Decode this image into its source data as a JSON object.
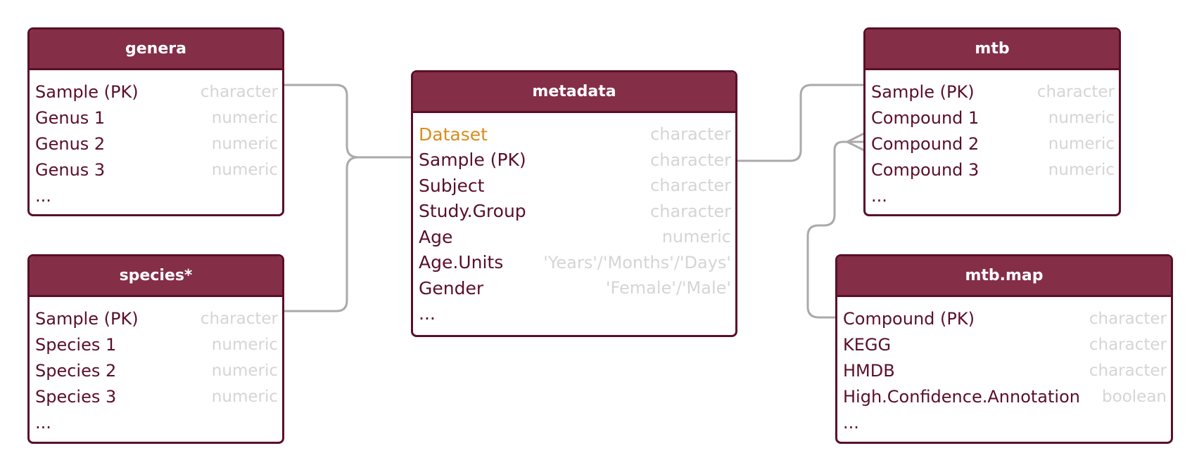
{
  "tables": {
    "genera": {
      "title": "genera",
      "rows": [
        {
          "name": "Sample (PK)",
          "type": "character"
        },
        {
          "name": "Genus 1",
          "type": "numeric"
        },
        {
          "name": "Genus 2",
          "type": "numeric"
        },
        {
          "name": "Genus 3",
          "type": "numeric"
        }
      ],
      "ellipsis": "..."
    },
    "species": {
      "title": "species*",
      "rows": [
        {
          "name": "Sample (PK)",
          "type": "character"
        },
        {
          "name": "Species 1",
          "type": "numeric"
        },
        {
          "name": "Species 2",
          "type": "numeric"
        },
        {
          "name": "Species 3",
          "type": "numeric"
        }
      ],
      "ellipsis": "..."
    },
    "metadata": {
      "title": "metadata",
      "rows": [
        {
          "name": "Dataset",
          "type": "character",
          "highlight": true
        },
        {
          "name": "Sample (PK)",
          "type": "character"
        },
        {
          "name": "Subject",
          "type": "character"
        },
        {
          "name": "Study.Group",
          "type": "character"
        },
        {
          "name": "Age",
          "type": "numeric"
        },
        {
          "name": "Age.Units",
          "type": "'Years'/'Months'/'Days'"
        },
        {
          "name": "Gender",
          "type": "'Female'/'Male'"
        }
      ],
      "ellipsis": "...",
      "highlight_color": "#d98c1c"
    },
    "mtb": {
      "title": "mtb",
      "rows": [
        {
          "name": "Sample (PK)",
          "type": "character"
        },
        {
          "name": "Compound 1",
          "type": "numeric"
        },
        {
          "name": "Compound 2",
          "type": "numeric"
        },
        {
          "name": "Compound 3",
          "type": "numeric"
        }
      ],
      "ellipsis": "..."
    },
    "mtb_map": {
      "title": "mtb.map",
      "rows": [
        {
          "name": "Compound (PK)",
          "type": "character"
        },
        {
          "name": "KEGG",
          "type": "character"
        },
        {
          "name": "HMDB",
          "type": "character"
        },
        {
          "name": "High.Confidence.Annotation",
          "type": "boolean"
        }
      ],
      "ellipsis": "..."
    }
  },
  "colors": {
    "header_fill": "#842e48",
    "border": "#5a0f27",
    "field_text": "#5a0f27",
    "type_text": "#d5d5d5",
    "connector": "#aaaaaa"
  }
}
